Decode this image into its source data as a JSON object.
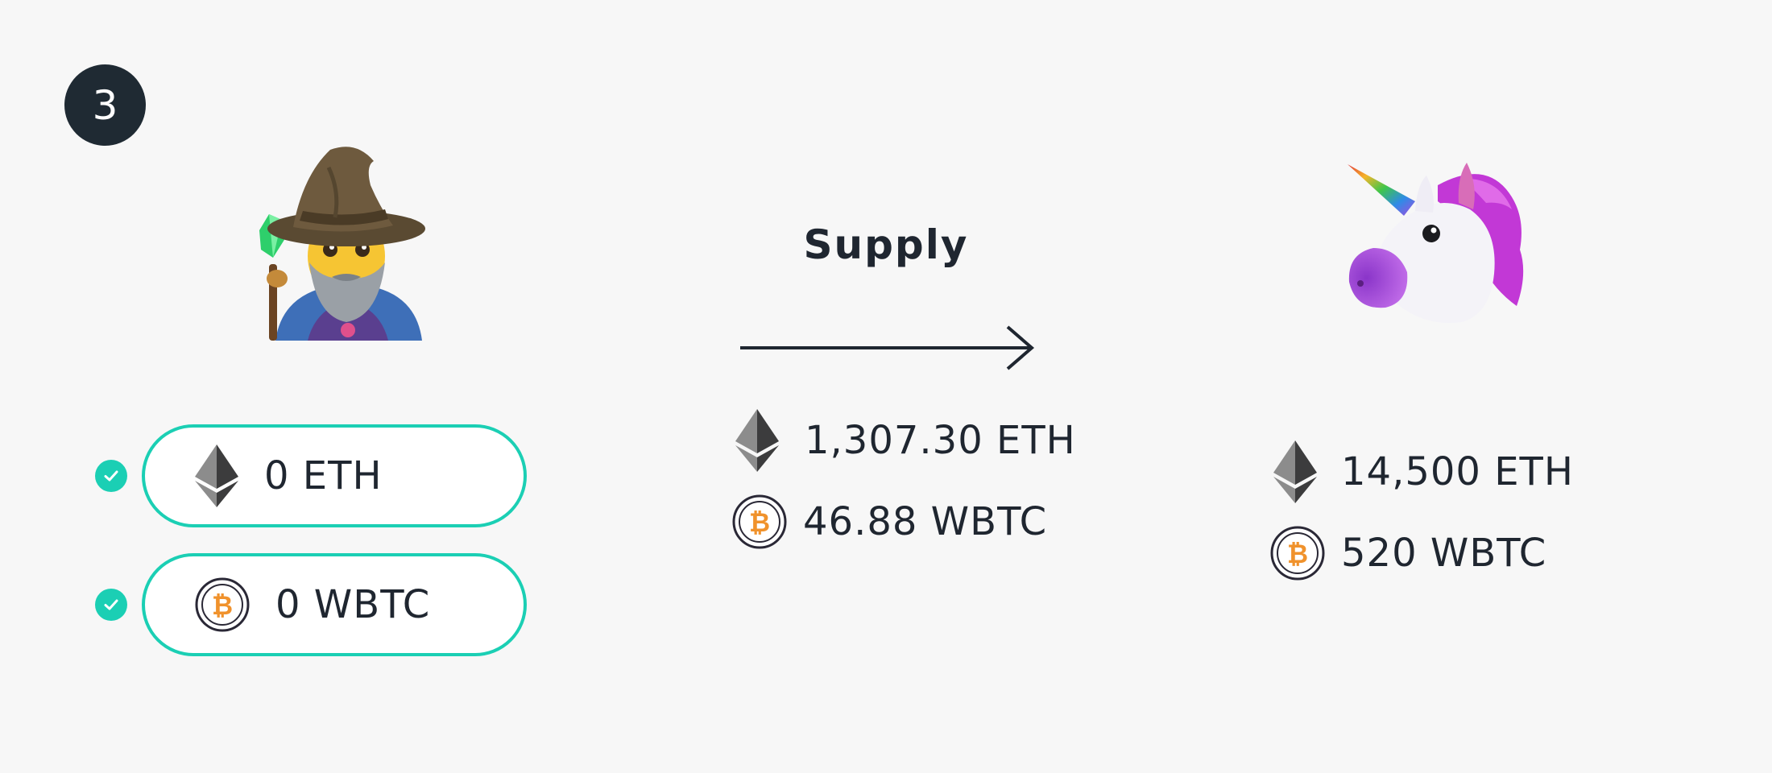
{
  "step": {
    "number": "3"
  },
  "user": {
    "avatar": "wizard-emoji",
    "avatar_glyph": "🧙‍♂️"
  },
  "pool": {
    "avatar": "unicorn-emoji",
    "avatar_glyph": "🦄"
  },
  "action": {
    "label": "Supply",
    "arrow": "right-arrow"
  },
  "user_balances": {
    "eth": {
      "amount": "0 ETH",
      "status": "checked"
    },
    "wbtc": {
      "amount": "0 WBTC",
      "status": "checked"
    }
  },
  "transfer": {
    "eth": "1,307.30 ETH",
    "wbtc": "46.88 WBTC"
  },
  "pool_balances": {
    "eth": "14,500 ETH",
    "wbtc": "520 WBTC"
  },
  "colors": {
    "accent": "#1bcfb4",
    "badge": "#1f2a33",
    "text": "#1f2630",
    "bitcoin": "#f0922c",
    "background": "#f7f7f7"
  }
}
